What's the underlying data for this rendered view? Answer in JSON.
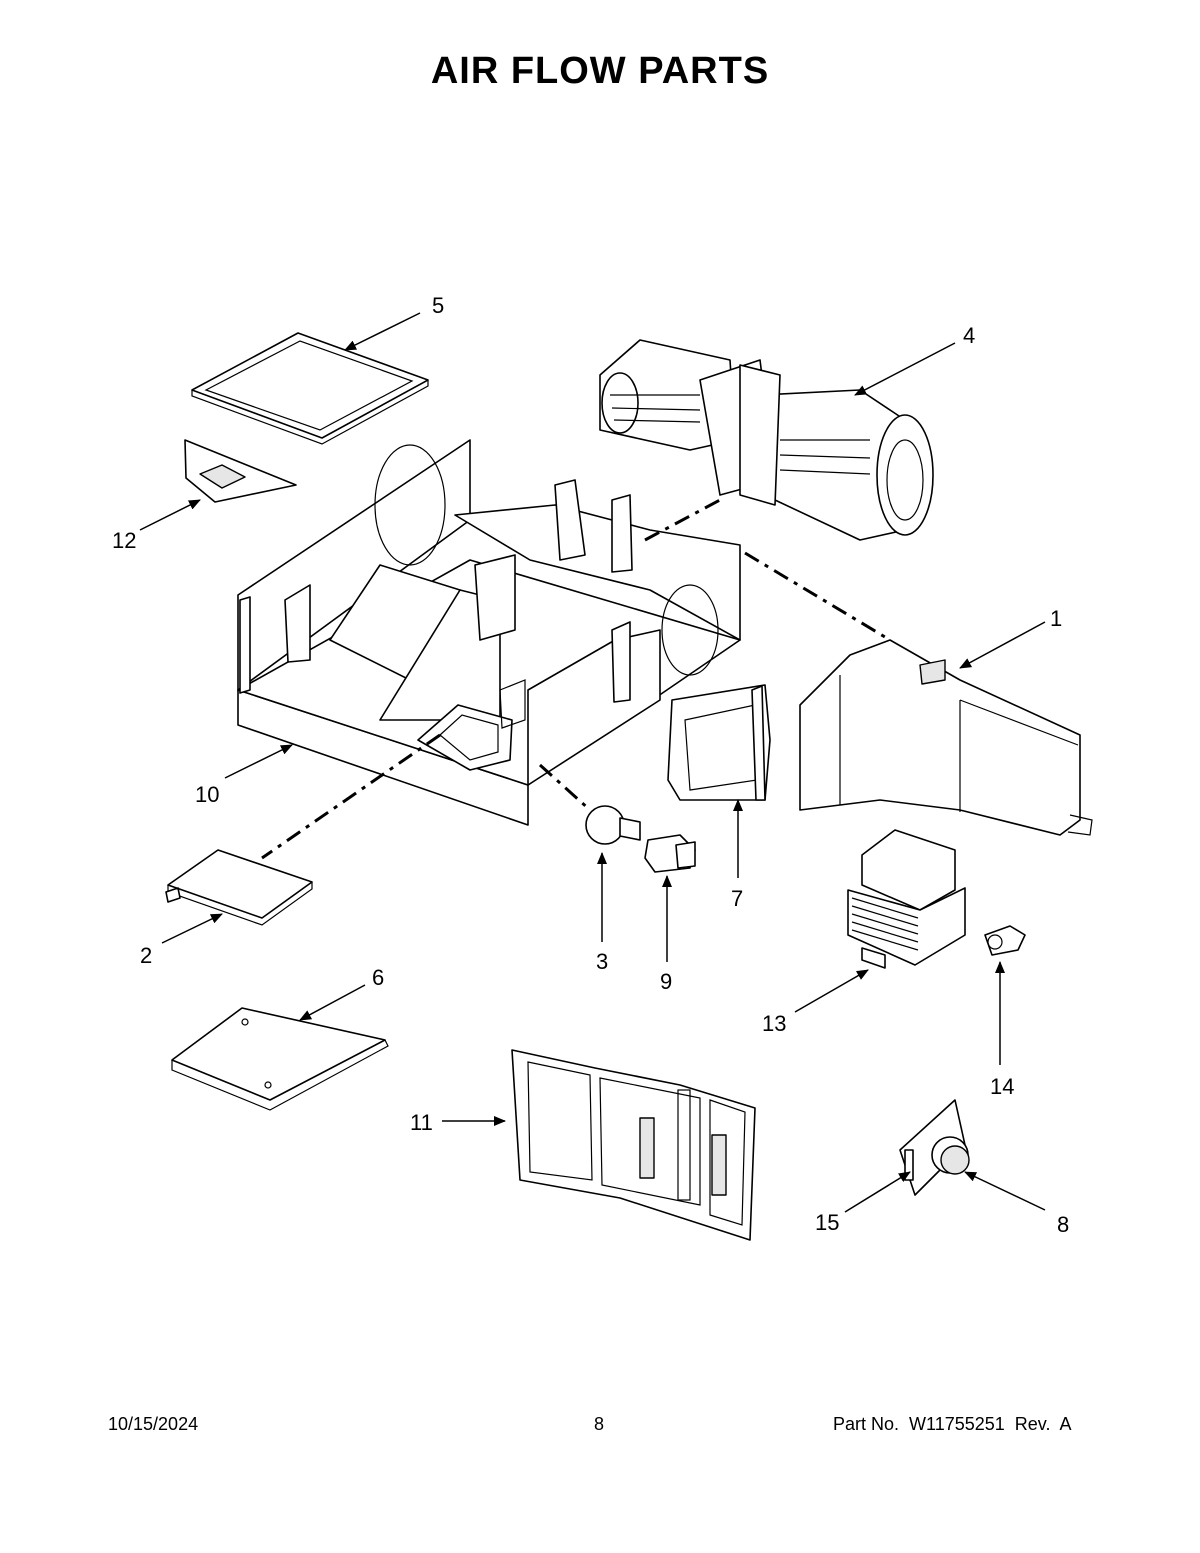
{
  "title": "AIR FLOW PARTS",
  "footer": {
    "date": "10/15/2024",
    "page": "8",
    "part_no": "Part No.  W11755251  Rev.  A"
  },
  "callouts": {
    "c1": "1",
    "c2": "2",
    "c3": "3",
    "c4": "4",
    "c5": "5",
    "c6": "6",
    "c7": "7",
    "c8": "8",
    "c9": "9",
    "c10": "10",
    "c11": "11",
    "c12": "12",
    "c13": "13",
    "c14": "14",
    "c15": "15"
  }
}
